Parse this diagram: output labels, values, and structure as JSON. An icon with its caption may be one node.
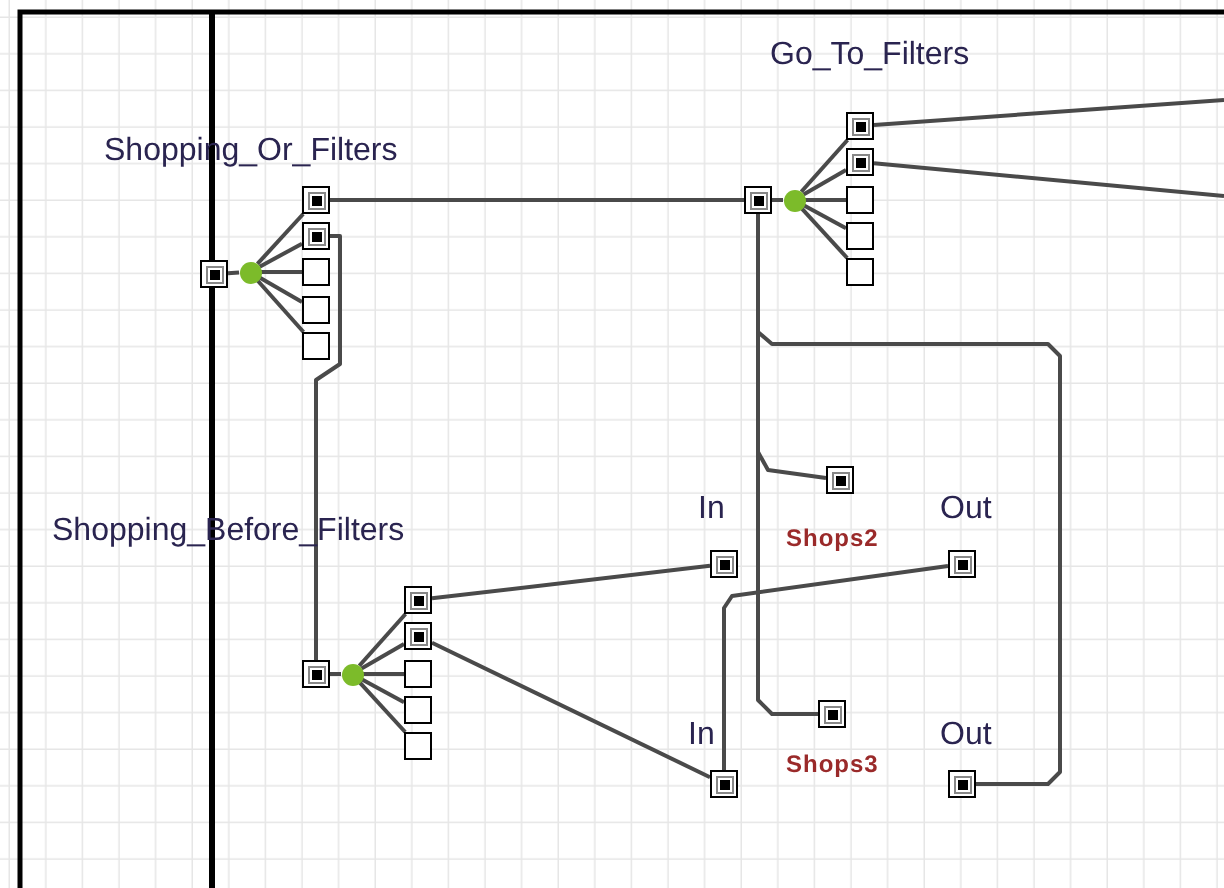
{
  "diagram": {
    "nodes": [
      {
        "text": [],
        "shape": "box"
      },
      {
        "text": [],
        "shape": "circle"
      },
      {
        "text": [],
        "shape": "box"
      },
      {
        "text": [],
        "shape": "box"
      },
      {
        "text": [],
        "shape": "box"
      },
      {
        "text": [],
        "shape": "box"
      },
      {
        "text": [],
        "shape": "box"
      },
      {
        "text": [],
        "shape": "box"
      },
      {
        "text": [],
        "shape": "circle"
      },
      {
        "text": [],
        "shape": "box"
      },
      {
        "text": [],
        "shape": "box"
      },
      {
        "text": [],
        "shape": "box"
      },
      {
        "text": [],
        "shape": "box"
      },
      {
        "text": [],
        "shape": "box"
      },
      {
        "text": [],
        "shape": "box"
      },
      {
        "text": [],
        "shape": "circle"
      },
      {
        "text": [],
        "shape": "box"
      },
      {
        "text": [],
        "shape": "box"
      },
      {
        "text": [],
        "shape": "box"
      },
      {
        "text": [],
        "shape": "box"
      },
      {
        "text": [],
        "shape": "box"
      },
      {
        "text": [],
        "shape": "box",
        "beside": [
          "In"
        ]
      },
      {
        "text": [],
        "shape": "box",
        "beside": [
          "Shops2"
        ]
      },
      {
        "text": [],
        "shape": "box",
        "beside": [
          "Out"
        ]
      },
      {
        "text": [],
        "shape": "box",
        "beside": [
          "Shops3"
        ]
      },
      {
        "text": [],
        "shape": "box",
        "beside": [
          "In"
        ]
      },
      {
        "text": [],
        "shape": "box",
        "beside": [
          "Out"
        ]
      }
    ],
    "edges": [
      {
        "from": 0,
        "to": 1,
        "arrow": "none"
      },
      {
        "from": 1,
        "to": 2,
        "arrow": "none"
      },
      {
        "from": 1,
        "to": 3,
        "arrow": "none"
      },
      {
        "from": 1,
        "to": 4,
        "arrow": "none"
      },
      {
        "from": 1,
        "to": 5,
        "arrow": "none"
      },
      {
        "from": 1,
        "to": 6,
        "arrow": "none"
      },
      {
        "from": 2,
        "to": 7,
        "arrow": "none"
      },
      {
        "from": 3,
        "to": 14,
        "arrow": "none"
      },
      {
        "from": 7,
        "to": 8,
        "arrow": "none"
      },
      {
        "from": 8,
        "to": 9,
        "arrow": "none"
      },
      {
        "from": 8,
        "to": 10,
        "arrow": "none"
      },
      {
        "from": 8,
        "to": 11,
        "arrow": "none"
      },
      {
        "from": 8,
        "to": 12,
        "arrow": "none"
      },
      {
        "from": 8,
        "to": 13,
        "arrow": "none"
      },
      {
        "from": 9,
        "to": null,
        "arrow": "none"
      },
      {
        "from": 10,
        "to": null,
        "arrow": "none"
      },
      {
        "from": 7,
        "to": 22,
        "arrow": "none"
      },
      {
        "from": 7,
        "to": 24,
        "arrow": "none"
      },
      {
        "from": 7,
        "to": 26,
        "arrow": "none"
      },
      {
        "from": 14,
        "to": 15,
        "arrow": "none"
      },
      {
        "from": 15,
        "to": 16,
        "arrow": "none"
      },
      {
        "from": 15,
        "to": 17,
        "arrow": "none"
      },
      {
        "from": 15,
        "to": 18,
        "arrow": "none"
      },
      {
        "from": 15,
        "to": 19,
        "arrow": "none"
      },
      {
        "from": 15,
        "to": 20,
        "arrow": "none"
      },
      {
        "from": 16,
        "to": 21,
        "arrow": "none"
      },
      {
        "from": 17,
        "to": 25,
        "arrow": "none"
      },
      {
        "from": 23,
        "to": 25,
        "arrow": "none"
      }
    ],
    "labels": [
      "Go_To_Filters",
      "Shopping_Or_Filters",
      "Shopping_Before_Filters"
    ]
  }
}
